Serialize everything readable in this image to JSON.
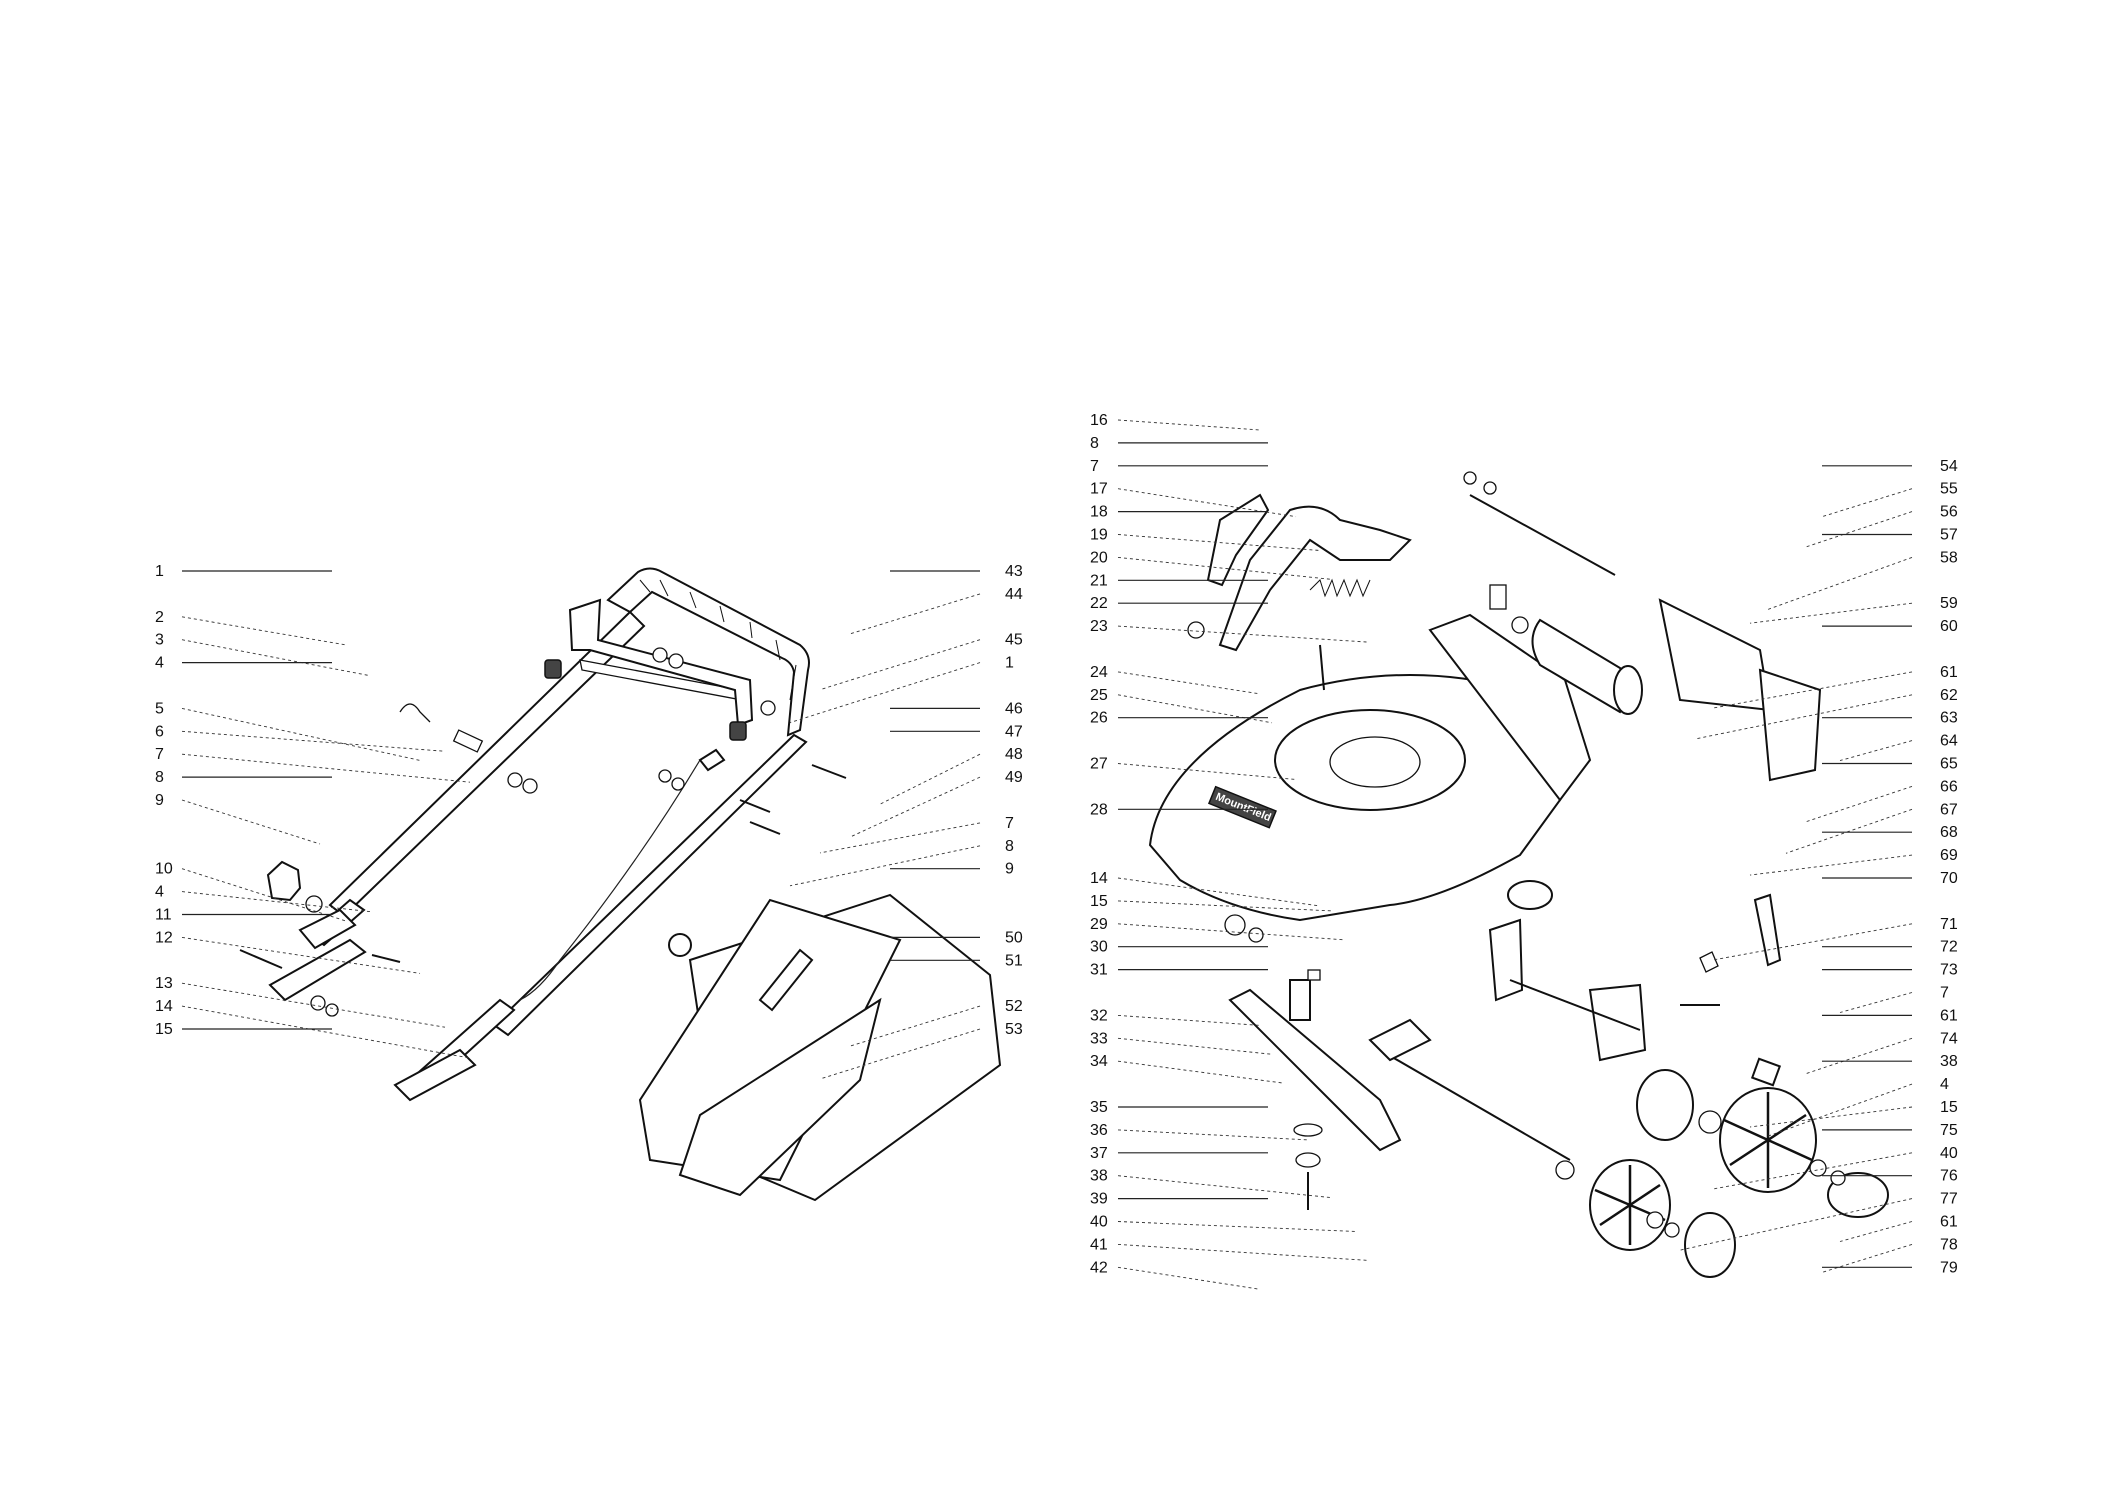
{
  "left_labels": [
    {
      "text": "1",
      "side": "L",
      "row": 0
    },
    {
      "text": "2",
      "side": "L",
      "row": 2
    },
    {
      "text": "3",
      "side": "L",
      "row": 3
    },
    {
      "text": "4",
      "side": "L",
      "row": 4
    },
    {
      "text": "5",
      "side": "L",
      "row": 6
    },
    {
      "text": "6",
      "side": "L",
      "row": 7
    },
    {
      "text": "7",
      "side": "L",
      "row": 8
    },
    {
      "text": "8",
      "side": "L",
      "row": 9
    },
    {
      "text": "9",
      "side": "L",
      "row": 10
    },
    {
      "text": "10",
      "side": "L",
      "row": 13
    },
    {
      "text": "4",
      "side": "L",
      "row": 14
    },
    {
      "text": "11",
      "side": "L",
      "row": 15
    },
    {
      "text": "12",
      "side": "L",
      "row": 16
    },
    {
      "text": "13",
      "side": "L",
      "row": 18
    },
    {
      "text": "14",
      "side": "L",
      "row": 19
    },
    {
      "text": "15",
      "side": "L",
      "row": 20
    },
    {
      "text": "43",
      "side": "R",
      "row": 0
    },
    {
      "text": "44",
      "side": "R",
      "row": 1
    },
    {
      "text": "45",
      "side": "R",
      "row": 3
    },
    {
      "text": "1",
      "side": "R",
      "row": 4
    },
    {
      "text": "46",
      "side": "R",
      "row": 6
    },
    {
      "text": "47",
      "side": "R",
      "row": 7
    },
    {
      "text": "48",
      "side": "R",
      "row": 8
    },
    {
      "text": "49",
      "side": "R",
      "row": 9
    },
    {
      "text": "7",
      "side": "R",
      "row": 11
    },
    {
      "text": "8",
      "side": "R",
      "row": 12
    },
    {
      "text": "9",
      "side": "R",
      "row": 13
    },
    {
      "text": "50",
      "side": "R",
      "row": 16
    },
    {
      "text": "51",
      "side": "R",
      "row": 17
    },
    {
      "text": "52",
      "side": "R",
      "row": 19
    },
    {
      "text": "53",
      "side": "R",
      "row": 20
    }
  ],
  "right_labels": [
    {
      "text": "16",
      "side": "L",
      "row": 0
    },
    {
      "text": "8",
      "side": "L",
      "row": 1
    },
    {
      "text": "7",
      "side": "L",
      "row": 2
    },
    {
      "text": "17",
      "side": "L",
      "row": 3
    },
    {
      "text": "18",
      "side": "L",
      "row": 4
    },
    {
      "text": "19",
      "side": "L",
      "row": 5
    },
    {
      "text": "20",
      "side": "L",
      "row": 6
    },
    {
      "text": "21",
      "side": "L",
      "row": 7
    },
    {
      "text": "22",
      "side": "L",
      "row": 8
    },
    {
      "text": "23",
      "side": "L",
      "row": 9
    },
    {
      "text": "24",
      "side": "L",
      "row": 11
    },
    {
      "text": "25",
      "side": "L",
      "row": 12
    },
    {
      "text": "26",
      "side": "L",
      "row": 13
    },
    {
      "text": "27",
      "side": "L",
      "row": 15
    },
    {
      "text": "28",
      "side": "L",
      "row": 17
    },
    {
      "text": "14",
      "side": "L",
      "row": 20
    },
    {
      "text": "15",
      "side": "L",
      "row": 21
    },
    {
      "text": "29",
      "side": "L",
      "row": 22
    },
    {
      "text": "30",
      "side": "L",
      "row": 23
    },
    {
      "text": "31",
      "side": "L",
      "row": 24
    },
    {
      "text": "32",
      "side": "L",
      "row": 26
    },
    {
      "text": "33",
      "side": "L",
      "row": 27
    },
    {
      "text": "34",
      "side": "L",
      "row": 28
    },
    {
      "text": "35",
      "side": "L",
      "row": 30
    },
    {
      "text": "36",
      "side": "L",
      "row": 31
    },
    {
      "text": "37",
      "side": "L",
      "row": 32
    },
    {
      "text": "38",
      "side": "L",
      "row": 33
    },
    {
      "text": "39",
      "side": "L",
      "row": 34
    },
    {
      "text": "40",
      "side": "L",
      "row": 35
    },
    {
      "text": "41",
      "side": "L",
      "row": 36
    },
    {
      "text": "42",
      "side": "L",
      "row": 37
    },
    {
      "text": "54",
      "side": "R",
      "row": 2
    },
    {
      "text": "55",
      "side": "R",
      "row": 3
    },
    {
      "text": "56",
      "side": "R",
      "row": 4
    },
    {
      "text": "57",
      "side": "R",
      "row": 5
    },
    {
      "text": "58",
      "side": "R",
      "row": 6
    },
    {
      "text": "59",
      "side": "R",
      "row": 8
    },
    {
      "text": "60",
      "side": "R",
      "row": 9
    },
    {
      "text": "61",
      "side": "R",
      "row": 11
    },
    {
      "text": "62",
      "side": "R",
      "row": 12
    },
    {
      "text": "63",
      "side": "R",
      "row": 13
    },
    {
      "text": "64",
      "side": "R",
      "row": 14
    },
    {
      "text": "65",
      "side": "R",
      "row": 15
    },
    {
      "text": "66",
      "side": "R",
      "row": 16
    },
    {
      "text": "67",
      "side": "R",
      "row": 17
    },
    {
      "text": "68",
      "side": "R",
      "row": 18
    },
    {
      "text": "69",
      "side": "R",
      "row": 19
    },
    {
      "text": "70",
      "side": "R",
      "row": 20
    },
    {
      "text": "71",
      "side": "R",
      "row": 22
    },
    {
      "text": "72",
      "side": "R",
      "row": 23
    },
    {
      "text": "73",
      "side": "R",
      "row": 24
    },
    {
      "text": "7",
      "side": "R",
      "row": 25
    },
    {
      "text": "61",
      "side": "R",
      "row": 26
    },
    {
      "text": "74",
      "side": "R",
      "row": 27
    },
    {
      "text": "38",
      "side": "R",
      "row": 28
    },
    {
      "text": "4",
      "side": "R",
      "row": 29
    },
    {
      "text": "15",
      "side": "R",
      "row": 30
    },
    {
      "text": "75",
      "side": "R",
      "row": 31
    },
    {
      "text": "40",
      "side": "R",
      "row": 32
    },
    {
      "text": "76",
      "side": "R",
      "row": 33
    },
    {
      "text": "77",
      "side": "R",
      "row": 34
    },
    {
      "text": "61",
      "side": "R",
      "row": 35
    },
    {
      "text": "78",
      "side": "R",
      "row": 36
    },
    {
      "text": "79",
      "side": "R",
      "row": 37
    }
  ],
  "brand_text": "MountField"
}
